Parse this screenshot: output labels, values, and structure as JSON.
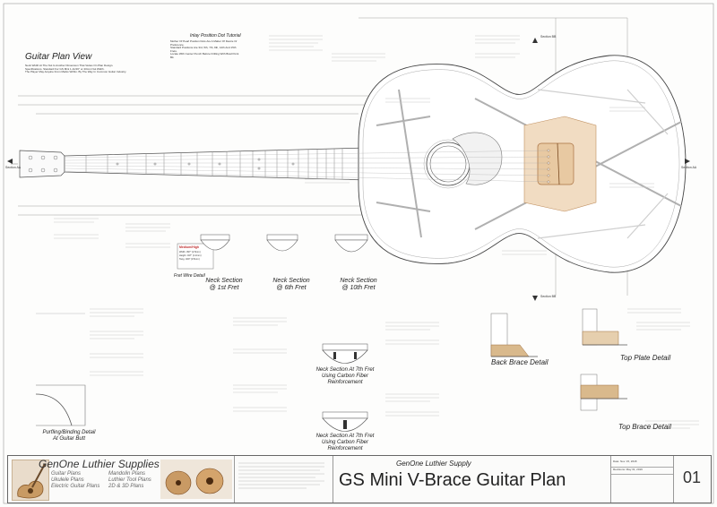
{
  "page_title": "Guitar Plan View",
  "plan_notes": [
    "Neck Width At The Nut Is Another Dimension That Varies On Plan Design.",
    "Specifications. Standard For GS Mini 1-11/16\" or 43mm Nut Width.",
    "The Player May Acquire From Marks Within. By The Way In Common Guitar Industry."
  ],
  "inlay_tutorial": {
    "title": "Inlay Position Dot Tutorial",
    "lines": [
      "Mother Of Pearl Position Dots Are A Matter Of Desire Or Preference.",
      "Standard Positions Are 3rd, 5th, 7th, 9th, 12th And 15th Frets.",
      "Locate With Center Punch Before Drilling With Brad Point Bit."
    ]
  },
  "fret_wire": {
    "title": "Fret Wire Detail",
    "sizes": [
      "Medium/High",
      "Width .097\" (2.5mm)",
      "Height .047\" (1.2mm)",
      "Tang .020\" (0.5mm)"
    ]
  },
  "section_labels": {
    "aa": "Section AA",
    "bb": "Section BB"
  },
  "neck_sections": [
    {
      "line1": "Neck Section",
      "line2": "@ 1st Fret"
    },
    {
      "line1": "Neck Section",
      "line2": "@ 6th Fret"
    },
    {
      "line1": "Neck Section",
      "line2": "@ 10th Fret"
    }
  ],
  "neck_7th": [
    {
      "line1": "Neck Section At 7th Fret",
      "line2": "Using Carbon Fiber",
      "line3": "Reinforcement"
    },
    {
      "line1": "Neck Section At 7th Fret",
      "line2": "Using Carbon Fiber",
      "line3": "Reinforcement"
    }
  ],
  "purfling": {
    "line1": "Purfling/Binding Detail",
    "line2": "At Guitar Butt"
  },
  "back_brace": "Back Brace Detail",
  "top_plate": "Top Plate Detail",
  "top_brace": "Top Brace Detail",
  "title_block": {
    "brand": "GenOne Luthier Supplies",
    "links_left": [
      "Guitar Plans",
      "Ukulele Plans",
      "Electric Guitar Plans"
    ],
    "links_right": [
      "Mandolin Plans",
      "Luthier Tool Plans",
      "2D & 3D Plans"
    ],
    "supply": "GenOne Luthier Supply",
    "plan_title": "GS Mini V-Brace Guitar Plan",
    "date": "Date: Nov. 15, 2018",
    "revision": "Revisions: May 31, 2019",
    "sheet_no": "01"
  },
  "colors": {
    "line": "#555555",
    "light": "#9a9a9a",
    "bridge": "#e8c9a2",
    "wood": "#d9b98c",
    "accent": "#b07030"
  }
}
